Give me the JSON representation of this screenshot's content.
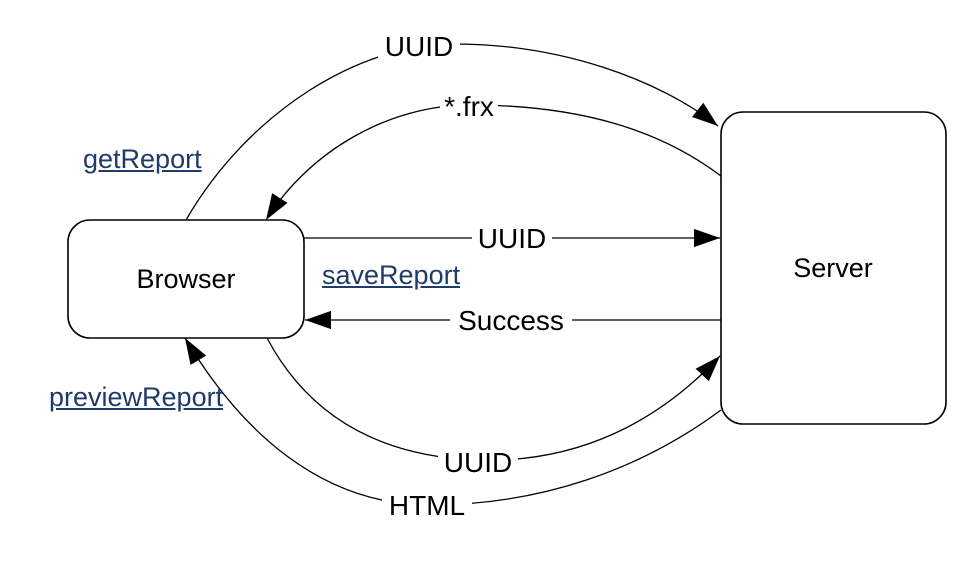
{
  "nodes": {
    "browser": "Browser",
    "server": "Server"
  },
  "edges": {
    "get_request": "UUID",
    "get_response": "*.frx",
    "save_request": "UUID",
    "save_response": "Success",
    "preview_request": "UUID",
    "preview_response": "HTML"
  },
  "links": {
    "get_report": "getReport",
    "save_report": "saveReport",
    "preview_report": "previewReport"
  },
  "colors": {
    "link": "#1f3b68",
    "line": "#000000"
  }
}
